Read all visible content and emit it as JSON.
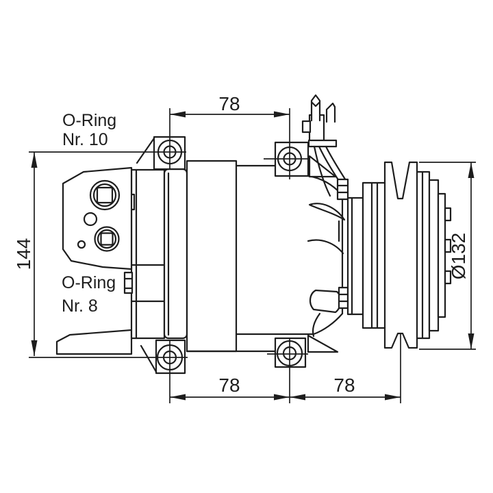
{
  "drawing": {
    "background_color": "#ffffff",
    "line_color": "#1d1d1d",
    "labels": {
      "oring_10_line1": "O-Ring",
      "oring_10_line2": "Nr. 10",
      "oring_8_line1": "O-Ring",
      "oring_8_line2": "Nr. 8"
    },
    "dimensions": {
      "top_width": "78",
      "bottom_width_left": "78",
      "bottom_width_right": "78",
      "overall_height": "144",
      "pulley_diameter": "Ø132"
    }
  }
}
